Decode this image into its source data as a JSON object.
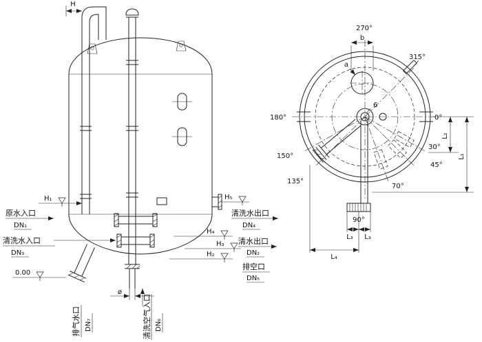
{
  "front": {
    "dim_h": "H",
    "levels": {
      "h1": "H₁",
      "h2": "H₂",
      "h3": "H₃",
      "h4": "H₄",
      "h5": "H₅",
      "zero": "0.00"
    },
    "left": {
      "raw_inlet": "原水入口",
      "raw_inlet_dn": "DN₁",
      "wash_inlet": "清洗水入口",
      "wash_inlet_dn": "DN₃"
    },
    "right": {
      "wash_outlet": "清洗水出口",
      "wash_outlet_dn": "DN₄",
      "clean_outlet": "清水出口",
      "clean_outlet_dn": "DN₂",
      "vent": "排空口",
      "vent_dn": "DN₅"
    },
    "bottom": {
      "drain": "排气水口",
      "drain_dn": "DN₇",
      "air_inlet": "清洗空气入口",
      "air_inlet_dn": "DN₆",
      "diameter": "ø"
    }
  },
  "plan": {
    "angles": {
      "a0": "0°",
      "a30": "30°",
      "a45": "45°",
      "a70": "70°",
      "a90": "90°",
      "a135": "135°",
      "a150": "150°",
      "a180": "180°",
      "a270": "270°",
      "a315": "315°"
    },
    "dims": {
      "a": "a",
      "b": "b",
      "l1": "L₁",
      "l2": "L₂",
      "l3_left": "L₃",
      "l3_right": "L₃",
      "l4": "L₄",
      "note": "6"
    }
  }
}
